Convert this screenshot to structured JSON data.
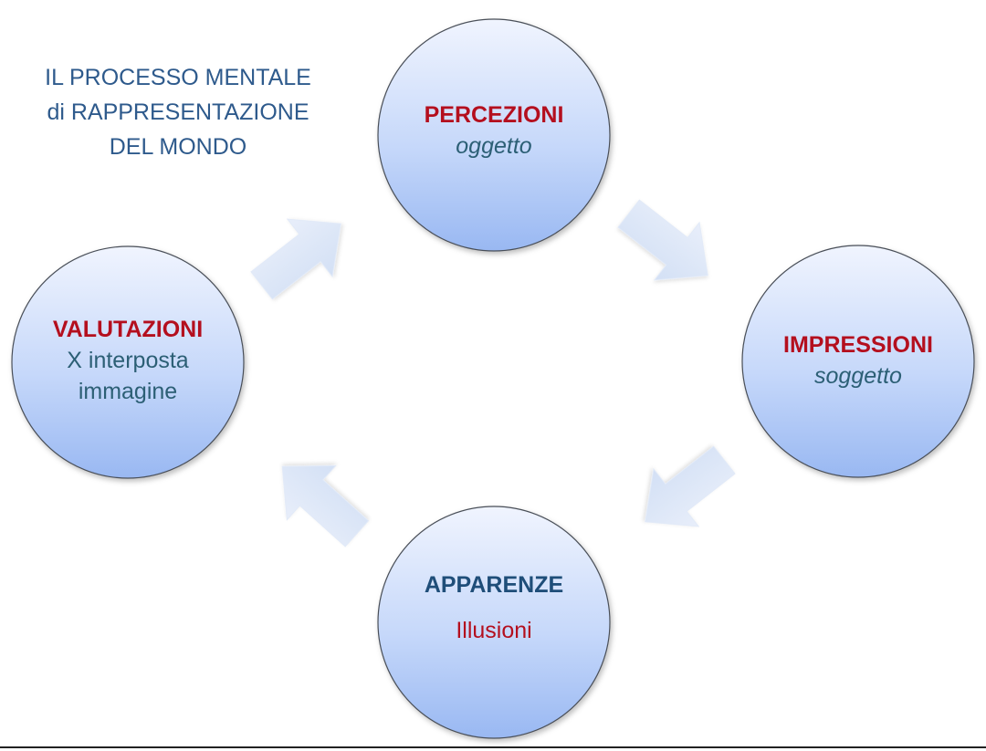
{
  "title": {
    "line1": "IL PROCESSO MENTALE",
    "line2": "di RAPPRESENTAZIONE",
    "line3": "DEL MONDO"
  },
  "nodes": {
    "percezioni": {
      "label": "PERCEZIONI",
      "sub": "oggetto"
    },
    "impressioni": {
      "label": "IMPRESSIONI",
      "sub": "soggetto"
    },
    "apparenze": {
      "label": "APPARENZE",
      "sub": "Illusioni"
    },
    "valutazioni": {
      "label": "VALUTAZIONI",
      "sub1": "X interposta",
      "sub2": "immagine"
    }
  },
  "colors": {
    "title": "#2e5a8c",
    "label_red": "#b40f1e",
    "label_blue": "#1f4e79",
    "sub_text": "#2c5f75",
    "circle_light": "#eef3fd",
    "circle_dark": "#9dbbf3",
    "arrow": "#dbe6f7"
  }
}
